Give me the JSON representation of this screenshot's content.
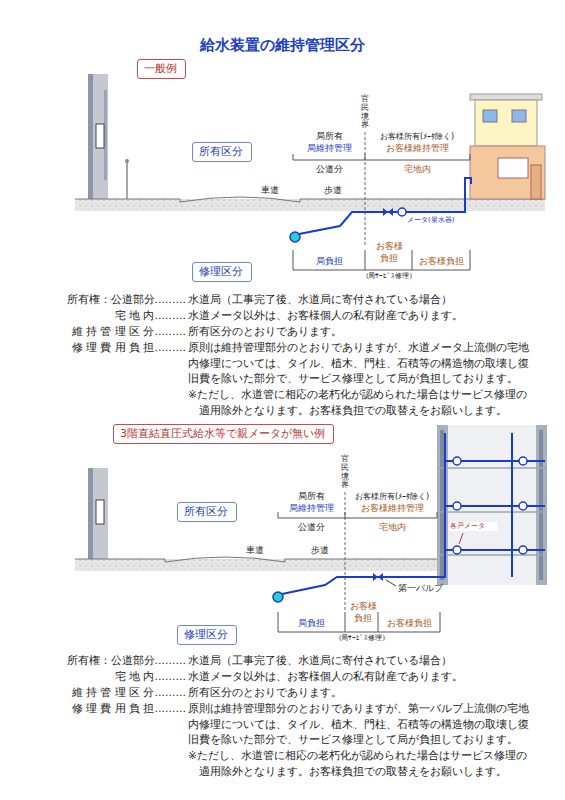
{
  "diagram": {
    "title": "給水装置の維持管理区分",
    "nodes": [
      {
        "text": [
          "一般例"
        ]
      },
      {
        "text": [
          "所有区分"
        ]
      },
      {
        "text": [
          "修理区分"
        ]
      },
      {
        "text": [
          "3階直結直圧式給水等で親メータが無い例"
        ]
      },
      {
        "text": [
          "所有区分"
        ]
      },
      {
        "text": [
          "修理区分"
        ]
      }
    ],
    "labels": [
      "官民境界",
      "局所有",
      "局維持管理",
      "お客様所有(ﾒｰﾀ除く)",
      "お客様維持管理",
      "公道分",
      "宅地内",
      "車道",
      "歩道",
      "メータ(量水器)",
      "局負担",
      "お客様 負担",
      "(局ｻｰﾋﾞｽ修理)",
      "お客様負担",
      "所有権：公道部分………",
      "水道局（工事完了後、水道局に寄付されている場合）",
      "宅 地 内………",
      "水道メータ以外は、お客様個人の私有財産であります。",
      "維 持 管 理 区 分………",
      "所有区分のとおりであります。",
      "修 理 費 用 負 担………",
      "原則は維持管理部分のとおりでありますが、水道メータ上流側の宅地内修理については、タイル、植木、門柱、石積等の構造物の取壊し復旧費を除いた部分で、サービス修理として局が負担しております。",
      "※ただし、水道管に相応の老朽化が認められた場合はサービス修理の適用除外となります。お客様負担での取替えをお願いします。",
      "官民境界",
      "局所有",
      "局維持管理",
      "お客様所有(ﾒｰﾀ除く)",
      "お客様維持管理",
      "公道分",
      "宅地内",
      "車道",
      "歩道",
      "各戸メータ",
      "第一バルブ",
      "局負担",
      "お客様 負担",
      "(局ｻｰﾋﾞｽ修理)",
      "お客様負担",
      "所有権：公道部分………",
      "水道局（工事完了後、水道局に寄付されている場合）",
      "宅 地 内………",
      "水道メータ以外は、お客様個人の私有財産であります。",
      "維 持 管 理 区 分………",
      "所有区分のとおりであります。",
      "修 理 費 用 負 担………",
      "原則は維持管理部分のとおりでありますが、第一バルブ上流側の宅地内修理については、タイル、植木、門柱、石積等の構造物の取壊し復旧費を除いた部分で、サービス修理として局が負担しております。",
      "※ただし、水道管に相応の老朽化が認められた場合はサービス修理の適用除外となります。お客様負担での取替えをお願いします。"
    ]
  }
}
